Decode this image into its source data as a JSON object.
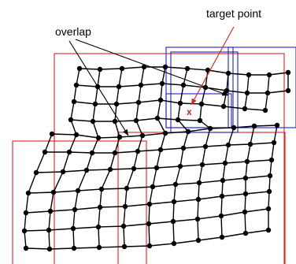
{
  "labels": {
    "target_point": "target point",
    "overlap": "overlap",
    "target_marker": "x"
  },
  "colors": {
    "red_patch": "#e02020",
    "blue_patch": "#2020c8",
    "grid": "#000000",
    "background": "#ffffff"
  }
}
